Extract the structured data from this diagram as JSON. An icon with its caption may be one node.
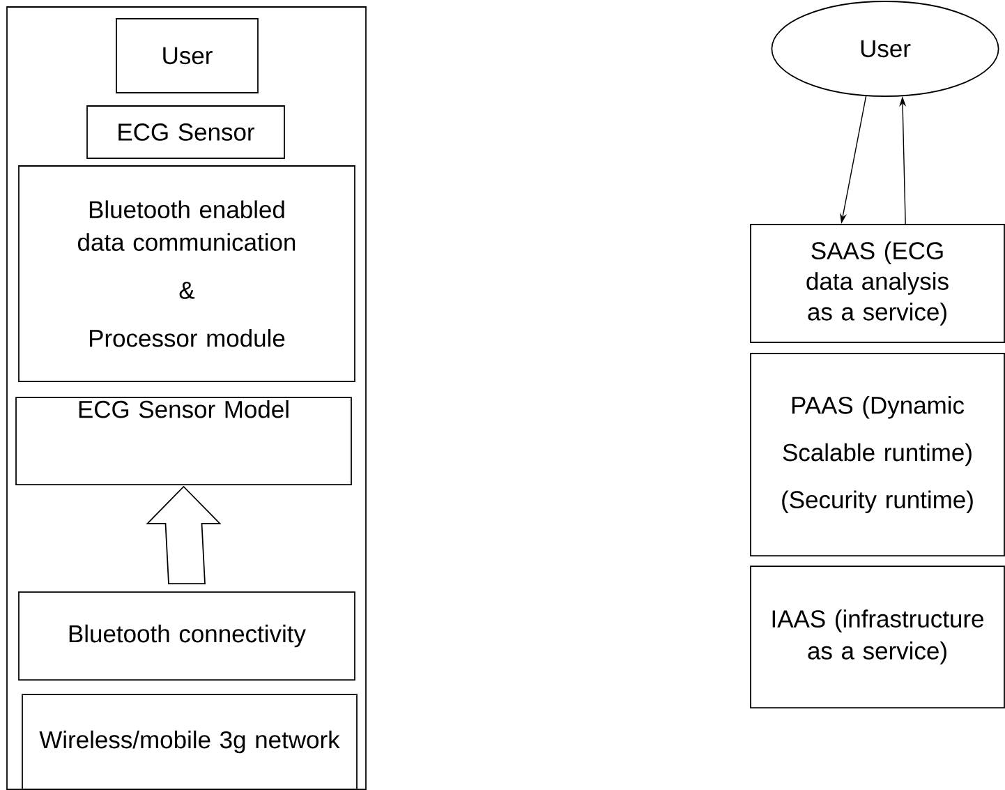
{
  "diagram": {
    "nodes": [
      {
        "text": [],
        "shape": "box"
      },
      {
        "text": [
          "User"
        ],
        "in": 0
      },
      {
        "text": [
          "ECG Sensor"
        ],
        "in": 0
      },
      {
        "text": [
          "Bluetooth enabled data communication",
          "&",
          "Processor module"
        ],
        "in": 0
      },
      {
        "text": [
          "ECG Sensor Model"
        ],
        "in": 0
      },
      {
        "text": [
          "Bluetooth connectivity"
        ],
        "in": 0
      },
      {
        "text": [
          "Wireless/mobile 3g network"
        ],
        "in": 0
      },
      {
        "text": [
          "User"
        ]
      },
      {
        "text": [
          "SAAS (ECG data analysis as a service)"
        ]
      },
      {
        "text": [
          "PAAS (Dynamic Scalable runtime) (Security runtime)"
        ]
      },
      {
        "text": [
          "IAAS (infrastructure as a service)"
        ]
      }
    ],
    "edges": [
      {
        "from": 5,
        "to": 4,
        "arrow": "to",
        "style": "thick"
      },
      {
        "from": 7,
        "to": 8,
        "arrow": "to"
      },
      {
        "from": 8,
        "to": 7,
        "arrow": "to"
      }
    ]
  }
}
